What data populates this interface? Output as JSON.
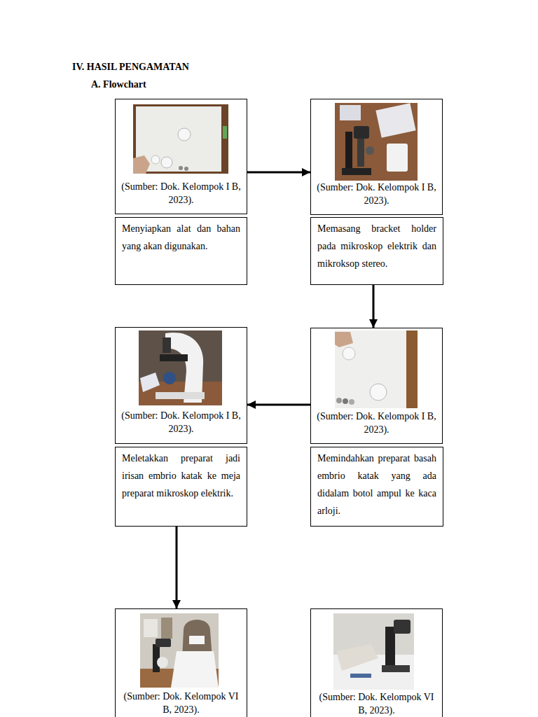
{
  "diagram": {
    "title": "IV. HASIL PENGAMATAN",
    "nodes": [
      {
        "text": [
          "(Sumber: Dok. Kelompok I B, 2023)."
        ]
      },
      {
        "text": [
          "(Sumber: Dok. Kelompok I B, 2023)."
        ]
      },
      {
        "text": [
          "Menyiapkan alat dan bahan yang akan digunakan."
        ]
      },
      {
        "text": [
          "Memasang bracket holder pada mikroskop elektrik dan mikroksop stereo."
        ]
      },
      {
        "text": [
          "(Sumber: Dok. Kelompok I B, 2023)."
        ]
      },
      {
        "text": [
          "(Sumber: Dok. Kelompok I B, 2023)."
        ]
      },
      {
        "text": [
          "Meletakkan preparat jadi irisan embrio katak ke meja preparat mikroskop elektrik."
        ]
      },
      {
        "text": [
          "Memindahkan preparat basah embrio katak yang ada didalam botol ampul ke kaca arloji."
        ]
      },
      {
        "text": [
          "(Sumber: Dok. Kelompok VI B, 2023)."
        ]
      },
      {
        "text": [
          "(Sumber: Dok. Kelompok VI B, 2023)."
        ]
      }
    ],
    "edges": [
      {
        "from": 0,
        "to": 1,
        "arrow": "to"
      },
      {
        "from": 3,
        "to": 5,
        "arrow": "to"
      },
      {
        "from": 5,
        "to": 4,
        "arrow": "to"
      },
      {
        "from": 6,
        "to": 8,
        "arrow": "to"
      }
    ],
    "labels": [
      "A. Flowchart"
    ]
  }
}
